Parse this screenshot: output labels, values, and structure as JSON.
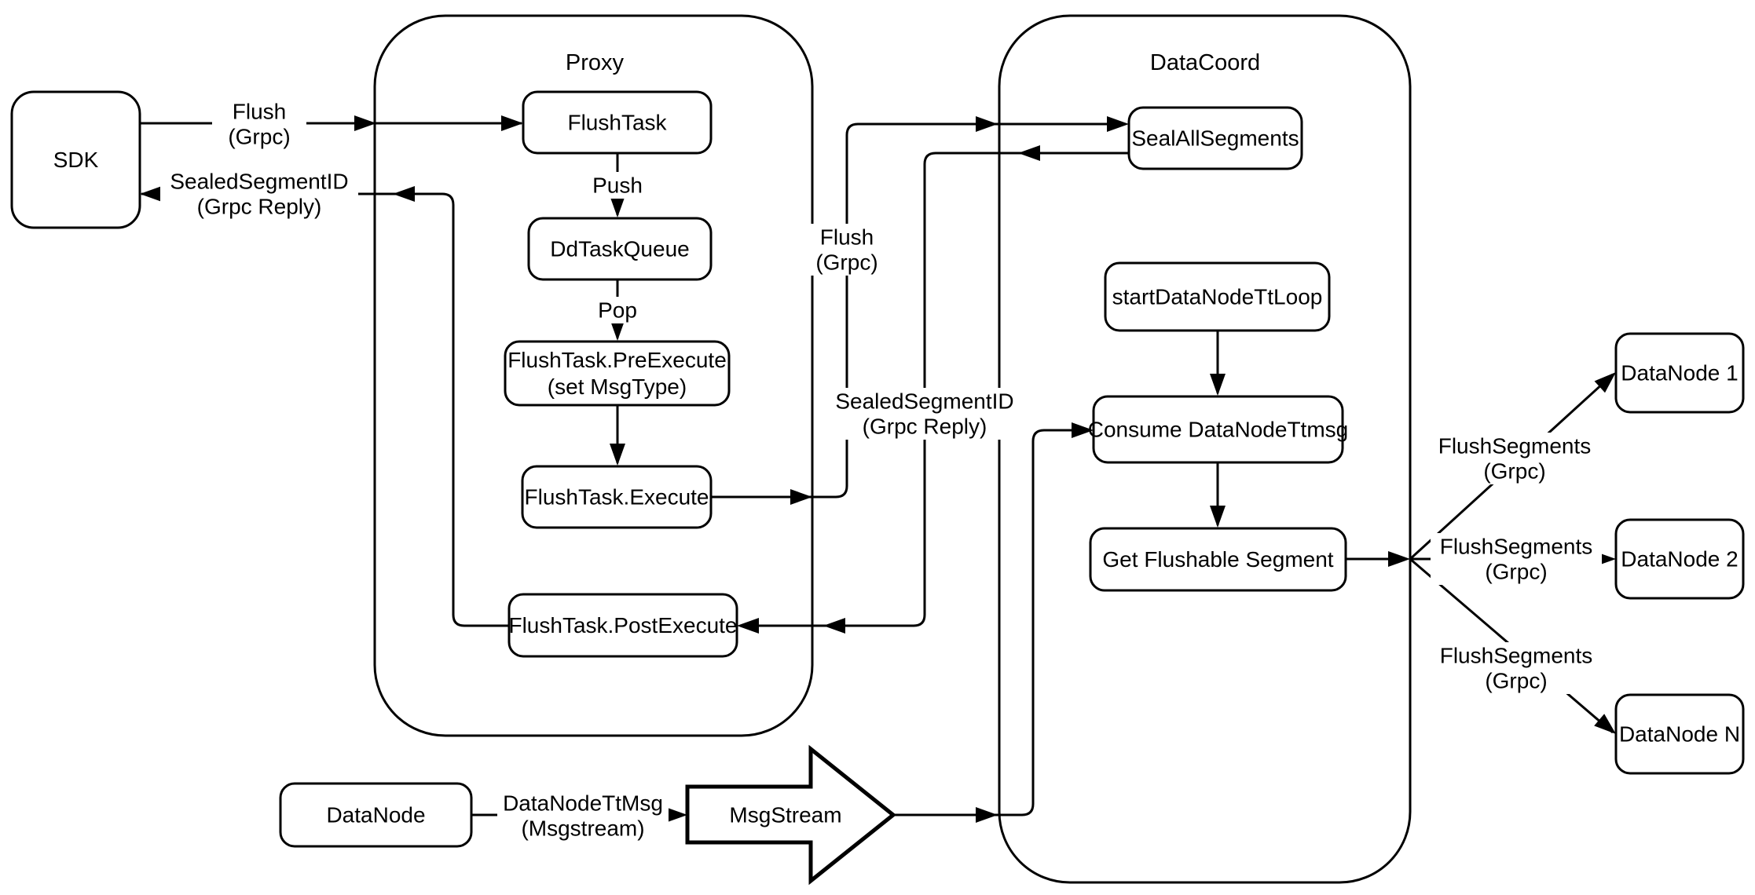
{
  "colors": {
    "stroke": "#000000",
    "background": "#ffffff",
    "text": "#000000"
  },
  "containers": {
    "proxy": {
      "title": "Proxy"
    },
    "datacoord": {
      "title": "DataCoord"
    }
  },
  "nodes": {
    "sdk": {
      "label": "SDK"
    },
    "flushtask": {
      "label": "FlushTask"
    },
    "ddtaskqueue": {
      "label": "DdTaskQueue"
    },
    "flushtask_preexecute": {
      "label": "FlushTask.PreExecute",
      "label2": "(set MsgType)"
    },
    "flushtask_execute": {
      "label": "FlushTask.Execute"
    },
    "flushtask_postexecute": {
      "label": "FlushTask.PostExecute"
    },
    "sealallsegments": {
      "label": "SealAllSegments"
    },
    "startdatanodettloop": {
      "label": "startDataNodeTtLoop"
    },
    "consume_datanodettmsg": {
      "label": "Consume DataNodeTtmsg"
    },
    "get_flushable_segment": {
      "label": "Get Flushable Segment"
    },
    "datanode1": {
      "label": "DataNode 1"
    },
    "datanode2": {
      "label": "DataNode 2"
    },
    "datanoden": {
      "label": "DataNode N"
    },
    "datanode_bottom": {
      "label": "DataNode"
    },
    "msgstream": {
      "label": "MsgStream"
    }
  },
  "edge_labels": {
    "flush_sdk_to_proxy": {
      "line1": "Flush",
      "line2": "(Grpc)"
    },
    "sealedsegmentid_to_sdk": {
      "line1": "SealedSegmentID",
      "line2": "(Grpc Reply)"
    },
    "push": {
      "line1": "Push"
    },
    "pop": {
      "line1": "Pop"
    },
    "flush_proxy_to_datacoord": {
      "line1": "Flush",
      "line2": "(Grpc)"
    },
    "sealedsegmentid_to_proxy": {
      "line1": "SealedSegmentID",
      "line2": "(Grpc Reply)"
    },
    "flushsegments_dn1": {
      "line1": "FlushSegments",
      "line2": "(Grpc)"
    },
    "flushsegments_dn2": {
      "line1": "FlushSegments",
      "line2": "(Grpc)"
    },
    "flushsegments_dnn": {
      "line1": "FlushSegments",
      "line2": "(Grpc)"
    },
    "datanodettmsg": {
      "line1": "DataNodeTtMsg",
      "line2": "(Msgstream)"
    }
  }
}
